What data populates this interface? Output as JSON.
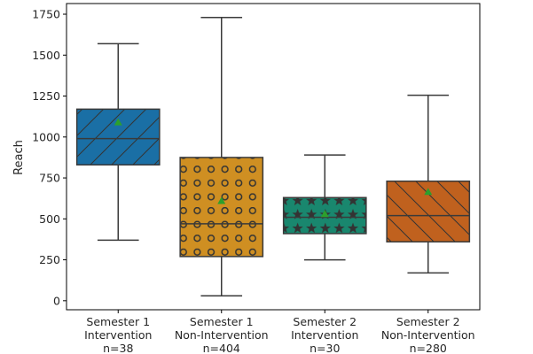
{
  "chart_data": {
    "type": "box",
    "ylabel": "Reach",
    "ylim": [
      -55,
      1815
    ],
    "yticks": [
      0,
      250,
      500,
      750,
      1000,
      1250,
      1500,
      1750
    ],
    "grid": false,
    "categories": [
      {
        "lines": [
          "Semester 1",
          "Intervention",
          "n=38"
        ],
        "min": 370,
        "q1": 830,
        "median": 990,
        "q3": 1170,
        "max": 1570,
        "mean": 1090,
        "color": "#1a6fa5",
        "hatch": "diag-right"
      },
      {
        "lines": [
          "Semester 1",
          "Non-Intervention",
          "n=404"
        ],
        "min": 30,
        "q1": 270,
        "median": 470,
        "q3": 875,
        "max": 1730,
        "mean": 610,
        "color": "#cf8f22",
        "hatch": "circles"
      },
      {
        "lines": [
          "Semester 2",
          "Intervention",
          "n=30"
        ],
        "min": 250,
        "q1": 410,
        "median": 510,
        "q3": 630,
        "max": 890,
        "mean": 530,
        "color": "#19876e",
        "hatch": "stars"
      },
      {
        "lines": [
          "Semester 2",
          "Non-Intervention",
          "n=280"
        ],
        "min": 170,
        "q1": 360,
        "median": 520,
        "q3": 730,
        "max": 1255,
        "mean": 665,
        "color": "#c0611e",
        "hatch": "diag-left"
      }
    ],
    "mean_marker_color": "#2ca02c"
  }
}
